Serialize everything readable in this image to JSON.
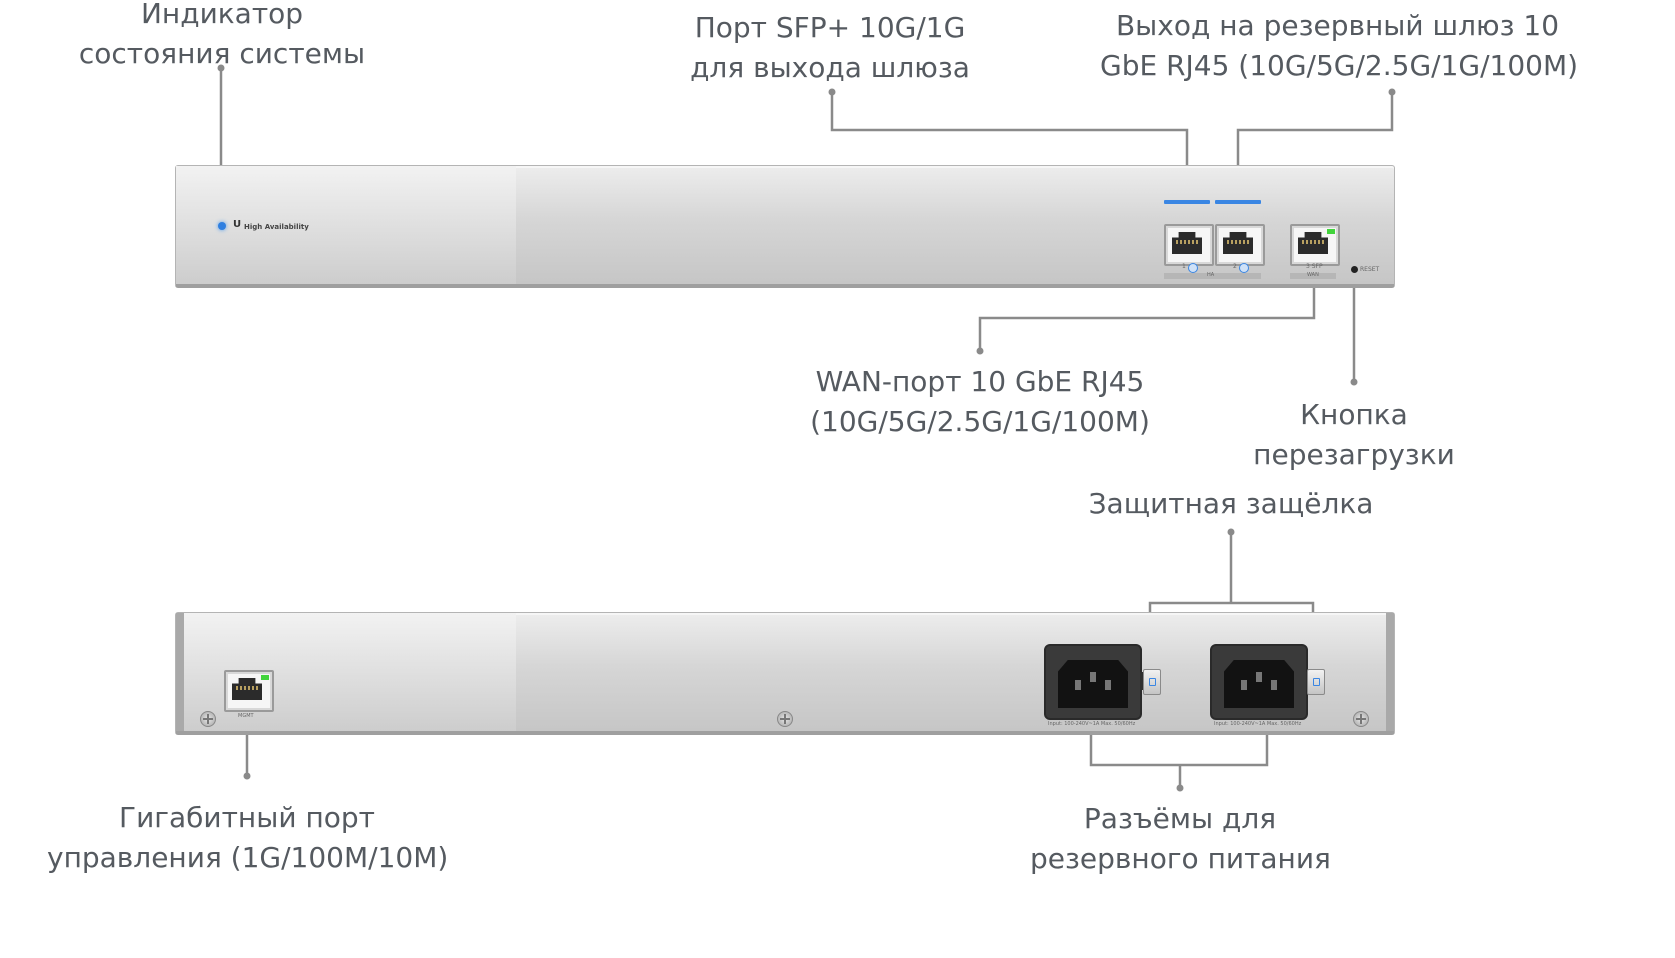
{
  "labels": {
    "status_indicator": [
      "Индикатор",
      "состояния системы"
    ],
    "sfp_port": [
      "Порт SFP+ 10G/1G",
      "для выхода шлюза"
    ],
    "backup_port": [
      "Выход на резервный шлюз 10",
      "GbE RJ45 (10G/5G/2.5G/1G/100M)"
    ],
    "wan_port": [
      "WAN-порт 10 GbE RJ45",
      "(10G/5G/2.5G/1G/100M)"
    ],
    "reset_button": [
      "Кнопка",
      "перезагрузки"
    ],
    "latch": [
      "Защитная защёлка"
    ],
    "mgmt_port": [
      "Гигабитный порт",
      "управления (1G/100M/10M)"
    ],
    "psu": [
      "Разъёмы для",
      "резервного питания"
    ]
  },
  "device_front": {
    "logo_text": "High Availability",
    "port_numbers": [
      "1",
      "2",
      "3 SFP"
    ],
    "group_left": "HA",
    "group_right": "WAN",
    "reset_text": "RESET"
  },
  "device_rear": {
    "mgmt_text": "MGMT",
    "psu_text": "Input: 100-240V~1A Max. 50/60Hz"
  },
  "colors": {
    "text": "#555a60",
    "leader": "#8a8a8a",
    "link_led": "#3a86e3",
    "status_led": "#2f7fe0",
    "port_led": "#42d43c"
  }
}
